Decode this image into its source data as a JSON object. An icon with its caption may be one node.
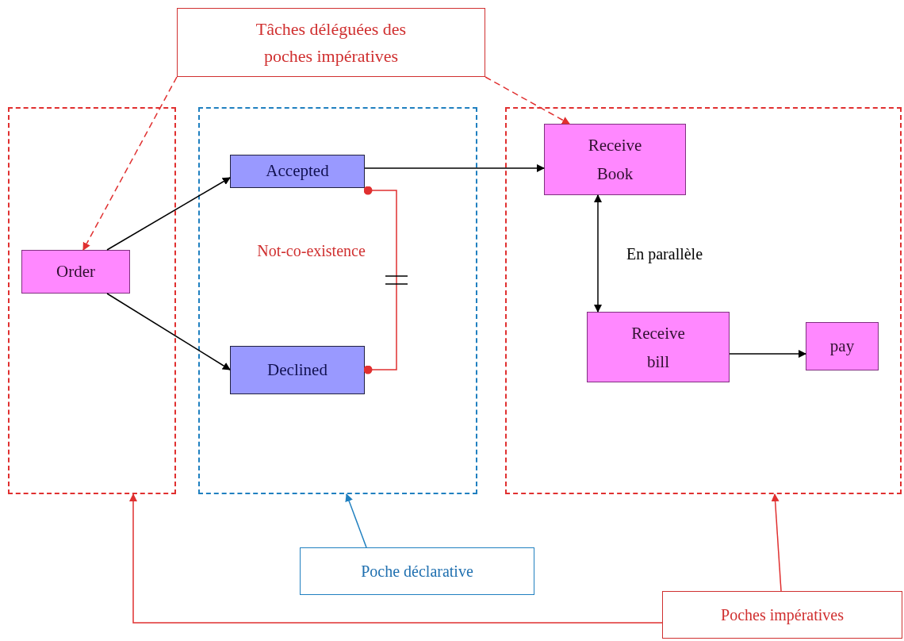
{
  "diagram": {
    "nodes": [
      {
        "text": [
          "Tâches déléguées des poches impératives"
        ]
      },
      {
        "text": [],
        "shape": "box"
      },
      {
        "text": [
          "Order"
        ],
        "in": 1
      },
      {
        "text": [],
        "shape": "box"
      },
      {
        "text": [
          "Accepted"
        ],
        "in": 3
      },
      {
        "text": [
          "Declined"
        ],
        "in": 3
      },
      {
        "text": [],
        "shape": "box"
      },
      {
        "text": [
          "Receive Book"
        ],
        "in": 6
      },
      {
        "text": [
          "Receive bill"
        ],
        "in": 6
      },
      {
        "text": [
          "pay"
        ],
        "in": 6
      },
      {
        "text": [
          "Poche déclarative"
        ]
      },
      {
        "text": [
          "Poches impératives"
        ]
      }
    ],
    "edges": [
      {
        "from": 2,
        "to": 4,
        "arrow": "to"
      },
      {
        "from": 2,
        "to": 5,
        "arrow": "to"
      },
      {
        "from": 4,
        "to": 7,
        "arrow": "to"
      },
      {
        "from": 7,
        "to": 8,
        "arrow": "both",
        "label": "En parallèle"
      },
      {
        "from": 8,
        "to": 9,
        "arrow": "to"
      },
      {
        "from": 4,
        "to": 5,
        "arrow": "other",
        "label": "Not-co-existence",
        "color": "#e03030"
      },
      {
        "from": 0,
        "to": 2,
        "arrow": "to",
        "style": "dashed",
        "color": "#e03030"
      },
      {
        "from": 0,
        "to": 7,
        "arrow": "to",
        "style": "dashed",
        "color": "#e03030"
      },
      {
        "from": 10,
        "to": 3,
        "arrow": "to",
        "color": "#2080c0"
      },
      {
        "from": 11,
        "to": 6,
        "arrow": "to",
        "color": "#e03030"
      },
      {
        "from": 11,
        "to": 1,
        "arrow": "to",
        "color": "#e03030"
      }
    ]
  }
}
